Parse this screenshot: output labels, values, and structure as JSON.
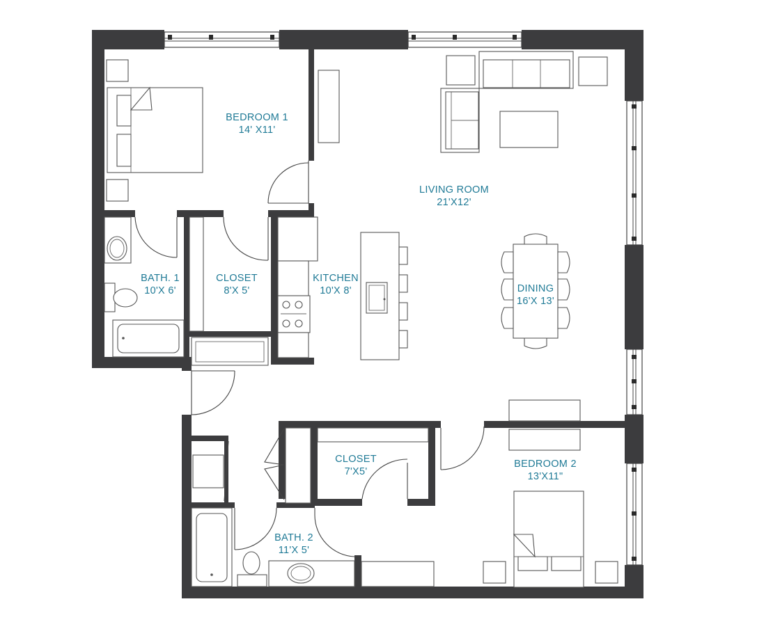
{
  "colors": {
    "wall": "#3c3c3e",
    "label": "#1f7a96",
    "background": "#ffffff"
  },
  "rooms": [
    {
      "id": "bedroom-1",
      "name": "BEDROOM 1",
      "size": "14' X11'"
    },
    {
      "id": "living-room",
      "name": "LIVING ROOM",
      "size": "21'X12'"
    },
    {
      "id": "bath-1",
      "name": "BATH. 1",
      "size": "10'X 6'"
    },
    {
      "id": "closet-1",
      "name": "CLOSET",
      "size": "8'X 5'"
    },
    {
      "id": "kitchen",
      "name": "KITCHEN",
      "size": "10'X 8'"
    },
    {
      "id": "dining",
      "name": "DINING",
      "size": "16'X 13'"
    },
    {
      "id": "closet-2",
      "name": "CLOSET",
      "size": "7'X5'"
    },
    {
      "id": "bedroom-2",
      "name": "BEDROOM 2",
      "size": "13'X11\""
    },
    {
      "id": "bath-2",
      "name": "BATH. 2",
      "size": "11'X 5'"
    }
  ],
  "icons": [
    "bed-icon",
    "sofa-icon",
    "toilet-icon",
    "sink-icon",
    "bathtub-icon",
    "stove-icon",
    "dining-chair-icon",
    "window-icon",
    "door-swing-icon"
  ]
}
